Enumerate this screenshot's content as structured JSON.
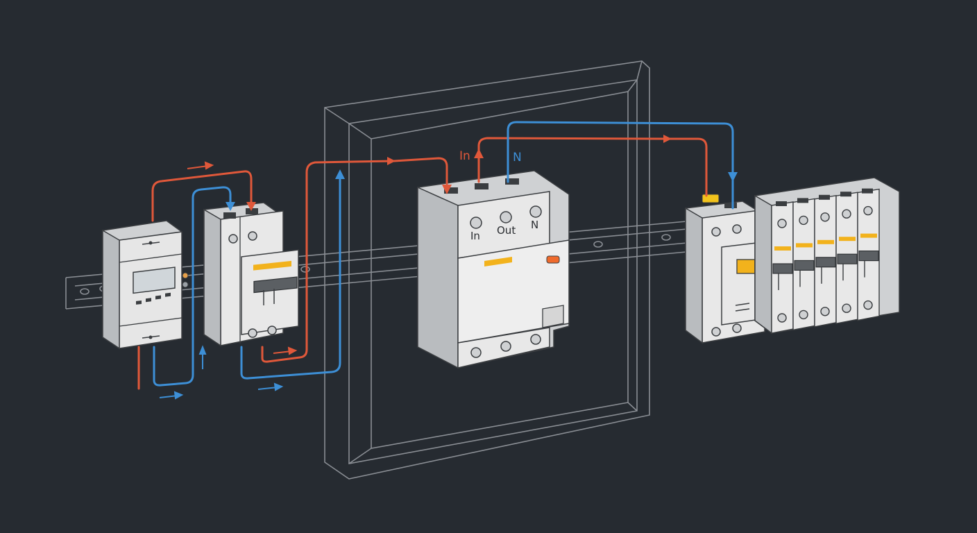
{
  "colors": {
    "background": "#262b31",
    "outline": "#8a8e94",
    "live_wire": "#e0583a",
    "neutral_wire": "#3d8fd6",
    "device_body": "#dcdcdc",
    "device_shade": "#b9bcbf",
    "accent": "#f2b21c",
    "indicator": "#ef6a2c"
  },
  "labels": {
    "wire_in": "In",
    "wire_n": "N",
    "term_in": "In",
    "term_out": "Out",
    "term_n": "N"
  },
  "devices": [
    {
      "name": "energy-meter"
    },
    {
      "name": "main-breaker"
    },
    {
      "name": "rcd"
    },
    {
      "name": "rcbo"
    },
    {
      "name": "mcb-group",
      "count": 5
    }
  ]
}
